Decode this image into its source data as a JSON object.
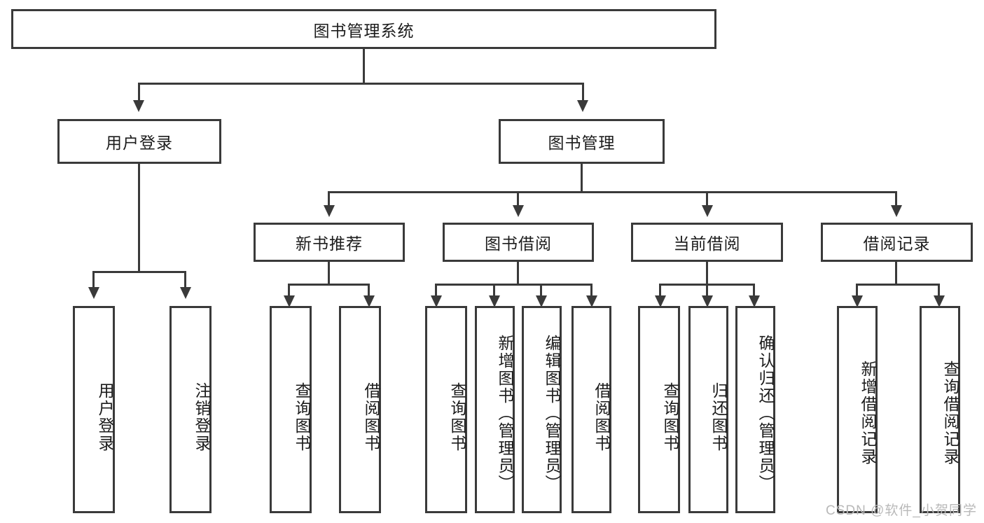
{
  "diagram": {
    "type": "tree-hierarchy",
    "title": "图书管理系统",
    "root": {
      "label": "图书管理系统"
    },
    "level2": [
      {
        "label": "用户登录"
      },
      {
        "label": "图书管理"
      }
    ],
    "level3": [
      {
        "label": "新书推荐"
      },
      {
        "label": "图书借阅"
      },
      {
        "label": "当前借阅"
      },
      {
        "label": "借阅记录"
      }
    ],
    "leaves": {
      "user_login": [
        {
          "label": "用户登录"
        },
        {
          "label": "注销登录"
        }
      ],
      "new_book_recommend": [
        {
          "label": "查询图书"
        },
        {
          "label": "借阅图书"
        }
      ],
      "book_borrow": [
        {
          "label": "查询图书"
        },
        {
          "label": "新增图书（管理员）"
        },
        {
          "label": "编辑图书（管理员）"
        },
        {
          "label": "借阅图书"
        }
      ],
      "current_borrow": [
        {
          "label": "查询图书"
        },
        {
          "label": "归还图书"
        },
        {
          "label": "确认归还（管理员）"
        }
      ],
      "borrow_record": [
        {
          "label": "新增借阅记录"
        },
        {
          "label": "查询借阅记录"
        }
      ]
    }
  },
  "watermark": {
    "text": "CSDN @软件_小贺同学"
  },
  "colors": {
    "stroke": "#3a3a3a",
    "background": "#ffffff",
    "text": "#1c1c1c",
    "watermark": "#b9b9b9"
  }
}
